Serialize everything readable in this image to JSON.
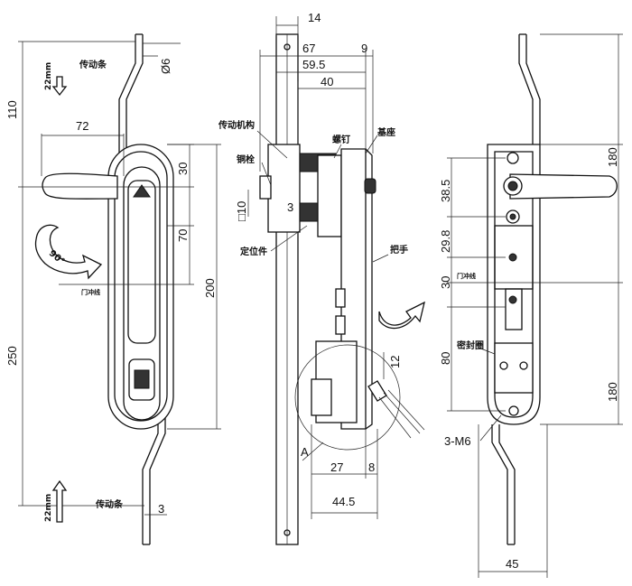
{
  "left_view": {
    "dims": {
      "d110": "110",
      "d250": "250",
      "d72": "72",
      "d30": "30",
      "d70": "70",
      "d200": "200",
      "dphi6": "Ø6",
      "d3": "3",
      "stroke_top": "22mm",
      "stroke_bottom": "22mm"
    },
    "labels": {
      "rod_top": "传动条",
      "rod_bottom": "传动条",
      "door_label": "门冲线",
      "angle": "90°"
    }
  },
  "middle_view": {
    "dims": {
      "d14": "14",
      "d67": "67",
      "d9": "9",
      "d59_5": "59.5",
      "d40": "40",
      "dsq10": "□10",
      "d3": "3",
      "d12": "12",
      "d27": "27",
      "d8": "8",
      "d44_5": "44.5",
      "detail": "A"
    },
    "labels": {
      "mechanism": "传动机构",
      "bolt": "铜栓",
      "positioner": "定位件",
      "screw": "螺钉",
      "base": "基座",
      "handle": "把手"
    }
  },
  "right_view": {
    "dims": {
      "d180_top": "180",
      "d180_bottom": "180",
      "d38_5": "38.5",
      "d29_8": "29.8",
      "d30": "30",
      "d80": "80",
      "d45": "45",
      "m6": "3-M6"
    },
    "labels": {
      "door_label": "门冲线",
      "seal": "密封圈"
    }
  }
}
